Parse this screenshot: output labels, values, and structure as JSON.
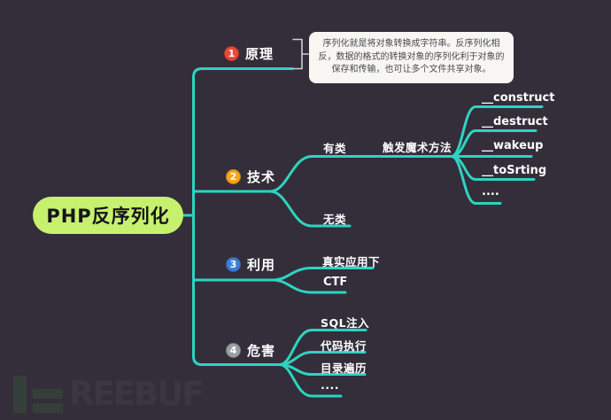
{
  "colors": {
    "background": "#332e3a",
    "branch_line": "#2ed3c0",
    "bracket": "#cfcfcf",
    "root_bg": "#c6f06e",
    "note_bg": "#f7f6f3"
  },
  "root": {
    "label": "PHP反序列化"
  },
  "note": {
    "text": "序列化就是将对象转换成字符串。反序列化相反，数据的格式的转换对象的序列化利于对象的保存和传输，也可让多个文件共享对象。"
  },
  "branches": [
    {
      "num": "1",
      "badge_color": "#e8493a",
      "label": "原理"
    },
    {
      "num": "2",
      "badge_color": "#f7a51d",
      "label": "技术",
      "children": [
        {
          "label": "有类",
          "children": [
            {
              "label": "触发魔术方法",
              "children": [
                {
                  "label": "__construct"
                },
                {
                  "label": "__destruct"
                },
                {
                  "label": "__wakeup"
                },
                {
                  "label": "__toSrting"
                },
                {
                  "label": "...."
                }
              ]
            }
          ]
        },
        {
          "label": "无类"
        }
      ]
    },
    {
      "num": "3",
      "badge_color": "#3d7fd6",
      "label": "利用",
      "children": [
        {
          "label": "真实应用下"
        },
        {
          "label": "CTF"
        }
      ]
    },
    {
      "num": "4",
      "badge_color": "#9ba1a3",
      "label": "危害",
      "children": [
        {
          "label": "SQL注入"
        },
        {
          "label": "代码执行"
        },
        {
          "label": "目录遍历"
        },
        {
          "label": "...."
        }
      ]
    }
  ],
  "watermark": {
    "text": "REEBUF"
  }
}
